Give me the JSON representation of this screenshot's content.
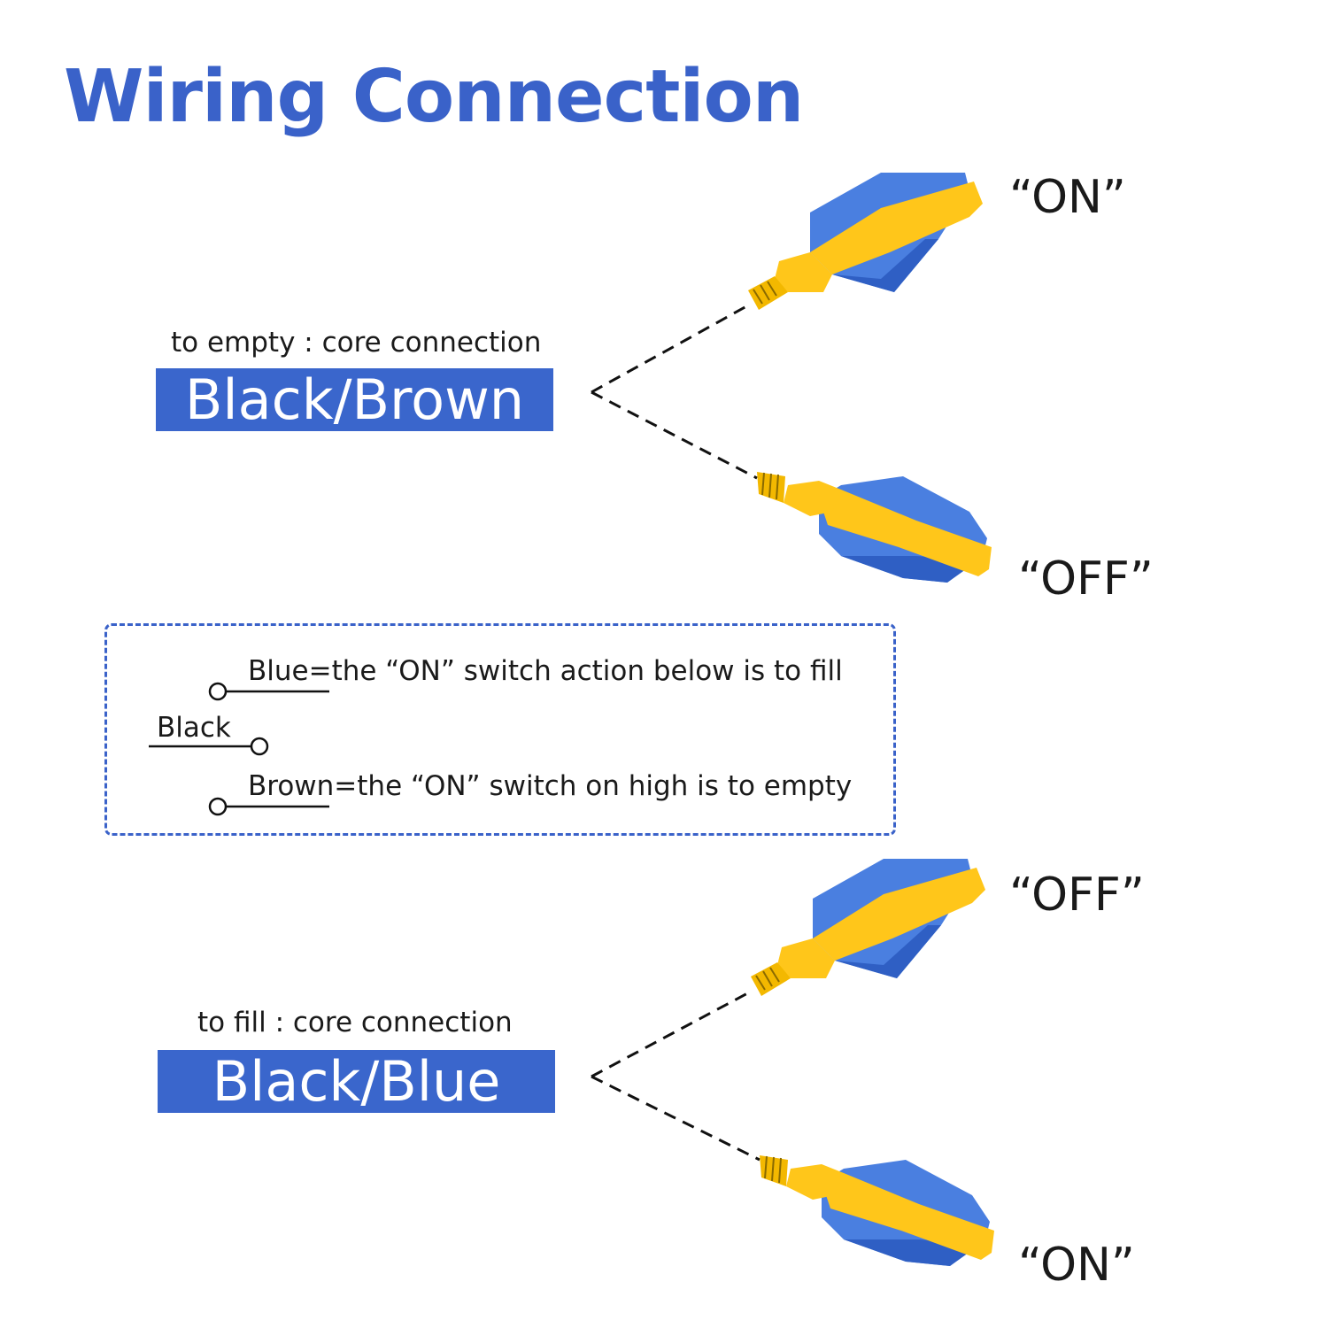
{
  "title": "Wiring Connection",
  "colors": {
    "accent": "#3a62c9",
    "float_blue": "#4a7fe0",
    "float_yellow": "#ffc61a"
  },
  "top_section": {
    "caption": "to empty : core connection",
    "wires": "Black/Brown",
    "upper_state": "“ON”",
    "lower_state": "“OFF”"
  },
  "legend": {
    "blue_line": "Blue=the “ON” switch action below is to fill",
    "black_line": "Black",
    "brown_line": "Brown=the “ON” switch on high is to empty"
  },
  "bottom_section": {
    "caption": "to fill : core connection",
    "wires": "Black/Blue",
    "upper_state": "“OFF”",
    "lower_state": "“ON”"
  }
}
